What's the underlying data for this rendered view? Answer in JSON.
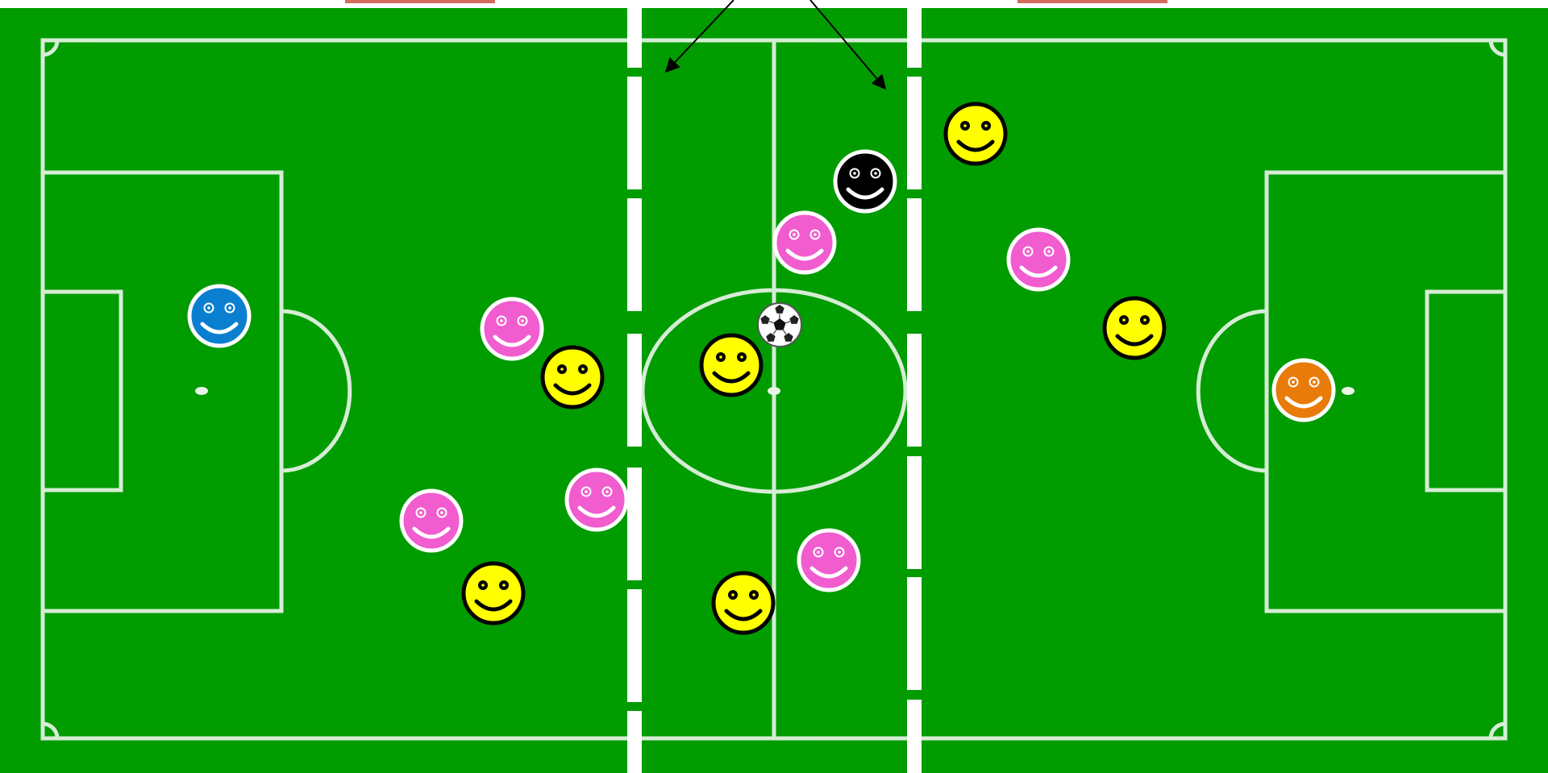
{
  "scene": {
    "pitch_color": "#009c00",
    "line_color": "#ffffff",
    "banner_color": "#d46a60",
    "zone_divider_style": "dashed white",
    "arrows": 2
  },
  "players": [
    {
      "id": "goalkeeper-left",
      "team": "blue-goalkeeper",
      "color": "#0a7fd0",
      "outline": "#ffffff"
    },
    {
      "id": "goalkeeper-right",
      "team": "orange-goalkeeper",
      "color": "#e87b0a",
      "outline": "#ffffff"
    },
    {
      "id": "black-player",
      "team": "black",
      "color": "#000000",
      "outline": "#ffffff"
    },
    {
      "id": "pink-1",
      "team": "pink",
      "color": "#f15ccf",
      "outline": "#ffffff"
    },
    {
      "id": "pink-2",
      "team": "pink",
      "color": "#f15ccf",
      "outline": "#ffffff"
    },
    {
      "id": "pink-3",
      "team": "pink",
      "color": "#f15ccf",
      "outline": "#ffffff"
    },
    {
      "id": "pink-4",
      "team": "pink",
      "color": "#f15ccf",
      "outline": "#ffffff"
    },
    {
      "id": "pink-5",
      "team": "pink",
      "color": "#f15ccf",
      "outline": "#ffffff"
    },
    {
      "id": "pink-6",
      "team": "pink",
      "color": "#f15ccf",
      "outline": "#ffffff"
    },
    {
      "id": "yellow-1",
      "team": "yellow",
      "color": "#ffff00",
      "outline": "#000000"
    },
    {
      "id": "yellow-2",
      "team": "yellow",
      "color": "#ffff00",
      "outline": "#000000"
    },
    {
      "id": "yellow-3",
      "team": "yellow",
      "color": "#ffff00",
      "outline": "#000000"
    },
    {
      "id": "yellow-4",
      "team": "yellow",
      "color": "#ffff00",
      "outline": "#000000"
    },
    {
      "id": "yellow-5",
      "team": "yellow",
      "color": "#ffff00",
      "outline": "#000000"
    },
    {
      "id": "yellow-6",
      "team": "yellow",
      "color": "#ffff00",
      "outline": "#000000"
    }
  ],
  "ball": {
    "icon": "soccer-ball-icon"
  }
}
